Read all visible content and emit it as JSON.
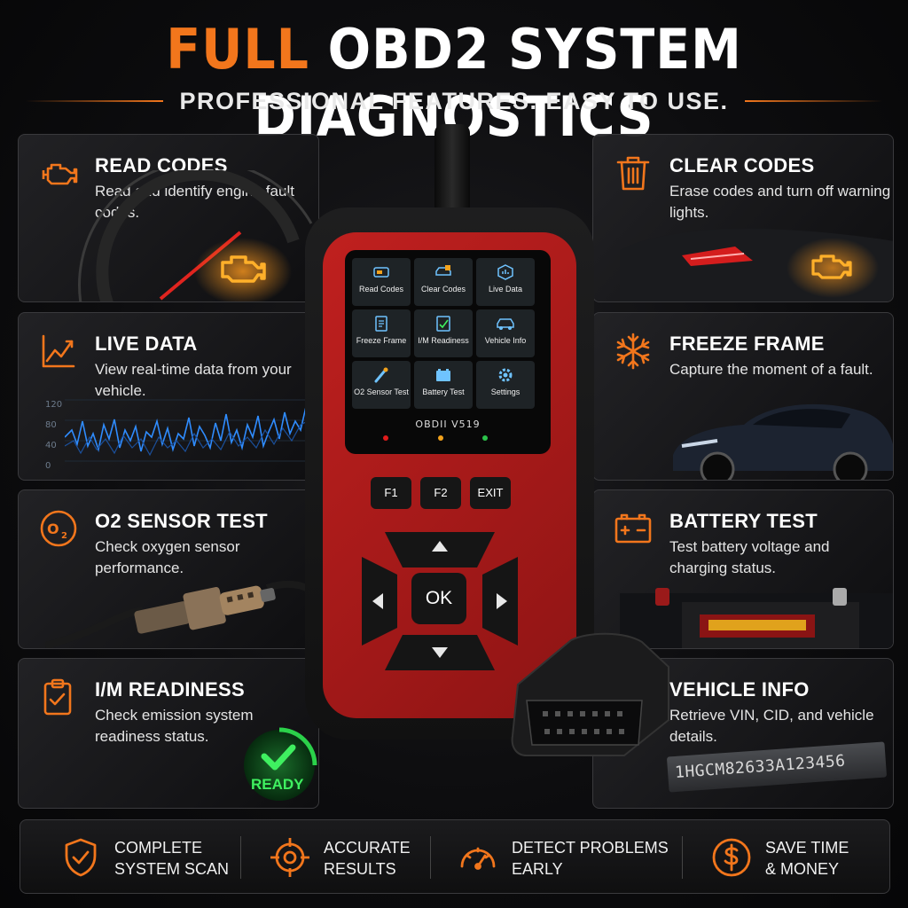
{
  "header": {
    "title_accent": "FULL",
    "title_main": "OBD2 SYSTEM DIAGNOSTICS",
    "subtitle": "PROFESSIONAL FEATURES. EASY TO USE."
  },
  "features_left": [
    {
      "title": "READ CODES",
      "desc": "Read and identify engine fault codes.",
      "icon": "engine-icon"
    },
    {
      "title": "LIVE DATA",
      "desc": "View real-time data from your vehicle.",
      "icon": "line-chart-icon",
      "chart_ticks": [
        "120",
        "80",
        "40",
        "0"
      ]
    },
    {
      "title": "O2 SENSOR TEST",
      "desc": "Check oxygen sensor performance.",
      "icon": "o2-icon"
    },
    {
      "title": "I/M READINESS",
      "desc": "Check emission system readiness status.",
      "icon": "clipboard-check-icon",
      "badge": "READY"
    }
  ],
  "features_right": [
    {
      "title": "CLEAR CODES",
      "desc": "Erase codes and turn off warning lights.",
      "icon": "trash-icon"
    },
    {
      "title": "FREEZE FRAME",
      "desc": "Capture the moment of a fault.",
      "icon": "snowflake-icon"
    },
    {
      "title": "BATTERY TEST",
      "desc": "Test battery voltage and charging status.",
      "icon": "battery-icon"
    },
    {
      "title": "VEHICLE INFO",
      "desc": "Retrieve VIN, CID, and vehicle details.",
      "icon": "car-icon",
      "vin": "1HGCM82633A123456"
    }
  ],
  "device": {
    "menu": [
      {
        "label": "Read Codes",
        "icon": "car-scan-icon"
      },
      {
        "label": "Clear Codes",
        "icon": "car-clear-icon"
      },
      {
        "label": "Live Data",
        "icon": "data-icon"
      },
      {
        "label": "Freeze Frame",
        "icon": "freeze-icon"
      },
      {
        "label": "I/M Readiness",
        "icon": "check-chart-icon"
      },
      {
        "label": "Vehicle Info",
        "icon": "vehicle-icon"
      },
      {
        "label": "O2 Sensor Test",
        "icon": "sensor-icon"
      },
      {
        "label": "Battery Test",
        "icon": "battery-small-icon"
      },
      {
        "label": "Settings",
        "icon": "gear-icon"
      }
    ],
    "model": "OBDII  V519",
    "keys": {
      "f1": "F1",
      "f2": "F2",
      "exit": "EXIT",
      "ok": "OK"
    },
    "led_colors": [
      "#e01b1b",
      "#f2a21c",
      "#2bc24a"
    ]
  },
  "benefits": [
    {
      "text": "COMPLETE\nSYSTEM SCAN",
      "icon": "shield-check-icon"
    },
    {
      "text": "ACCURATE\nRESULTS",
      "icon": "target-icon"
    },
    {
      "text": "DETECT PROBLEMS\nEARLY",
      "icon": "gauge-icon"
    },
    {
      "text": "SAVE TIME\n& MONEY",
      "icon": "dollar-icon"
    }
  ],
  "colors": {
    "accent": "#f2761c",
    "device_red": "#b51c1c",
    "ready_green": "#2bd14a"
  }
}
